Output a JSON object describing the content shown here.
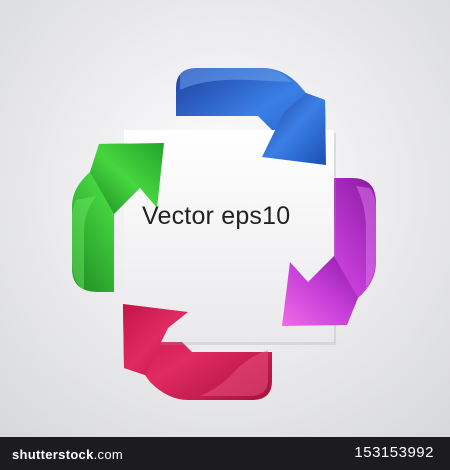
{
  "caption": "Vector eps10",
  "arrows": [
    {
      "name": "blue",
      "color": "#2f6fd6"
    },
    {
      "name": "magenta",
      "color": "#c42fd1"
    },
    {
      "name": "crimson",
      "color": "#d81f5a"
    },
    {
      "name": "green",
      "color": "#2fc235"
    }
  ],
  "watermark": {
    "site_main": "shutterstock",
    "site_suffix": ".com",
    "image_number": "153153992"
  }
}
